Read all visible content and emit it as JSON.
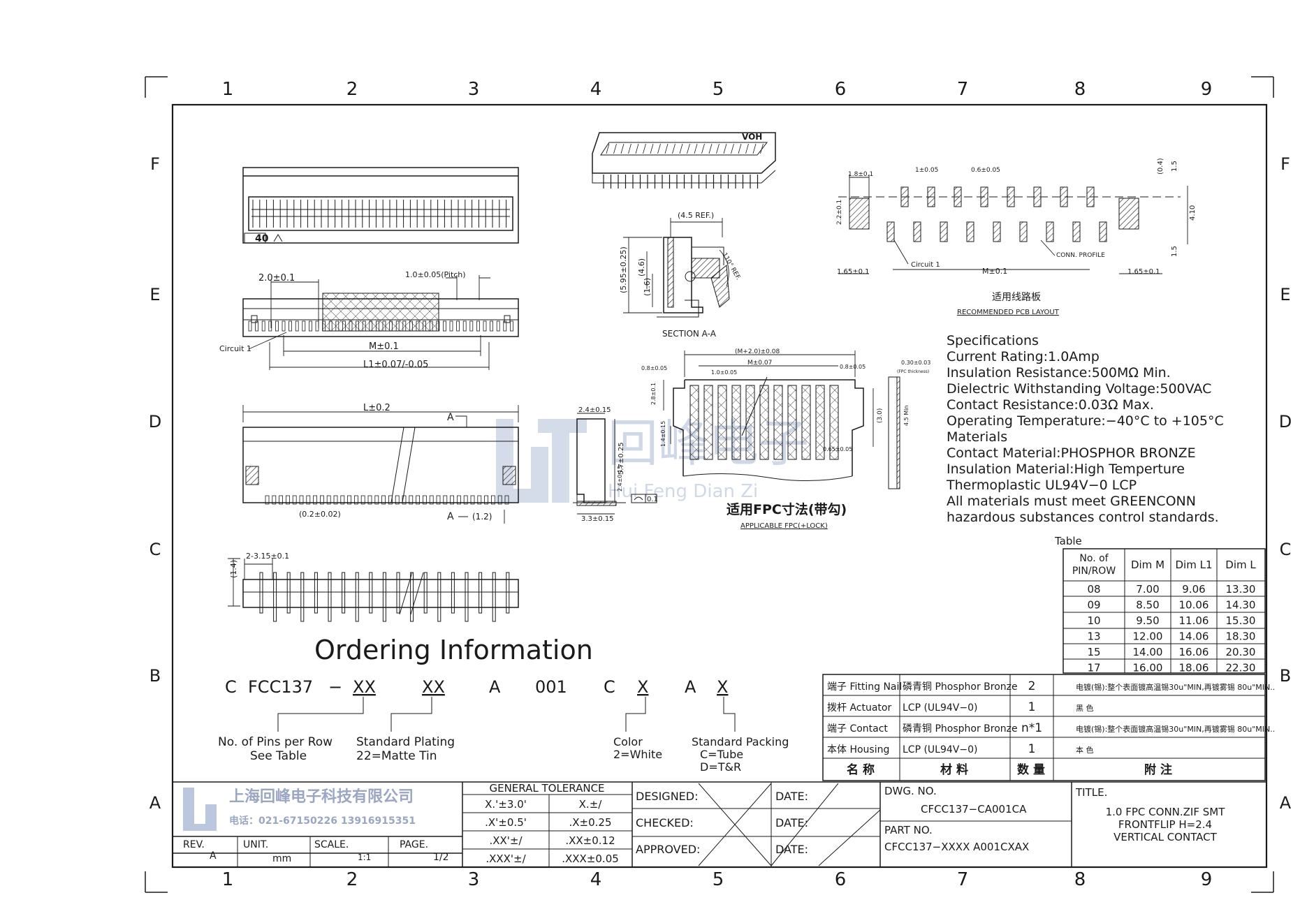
{
  "border": {
    "columns": [
      "1",
      "2",
      "3",
      "4",
      "5",
      "6",
      "7",
      "8",
      "9"
    ],
    "rows": [
      "F",
      "E",
      "D",
      "C",
      "B",
      "A"
    ]
  },
  "views": {
    "top_pin_label": "40",
    "section_label": "SECTION A-A",
    "section_dims": [
      "(4.5 REF.)",
      "(5.95±0.25)",
      "(4.6)",
      "(1.6)",
      "110° REF."
    ],
    "front_dims": [
      "2.0±0.1",
      "1.0±0.05(Pitch)",
      "M±0.1",
      "L1±0.07/-0.05",
      "Circuit 1"
    ],
    "side_dims": [
      "L±0.2",
      "A",
      "(0.2±0.02)",
      "(1.2)",
      "2.4±0.15",
      "5.7±0.25",
      "3.3±0.15",
      "0.1"
    ],
    "bottom_dims": [
      "2-3.15±0.1",
      "(1.4)"
    ],
    "fpc_dims": [
      "(M+2.0)±0.08",
      "M±0.07",
      "0.8±0.05",
      "1.0±0.05",
      "0.8±0.05",
      "2.8±0.1",
      "1.4±0.15",
      "(3.0)",
      "0.65±0.05",
      "0.30±0.03",
      "(FPC thickness)",
      "4.5 Min"
    ],
    "fpc_title": "适用FPC寸法(带勾)",
    "fpc_subtitle": "APPLICABLE FPC(+LOCK)",
    "pcb_dims": [
      "1.8±0.1",
      "1±0.05",
      "0.6±0.05",
      "(0.4)",
      "1.5",
      "2.2±0.1",
      "4.10",
      "1.5",
      "1.65±0.1",
      "M±0.1",
      "1.65±0.1",
      "Circuit 1",
      "CONN. PROFILE"
    ],
    "pcb_title": "适用线路板",
    "pcb_subtitle": "RECOMMENDED PCB LAYOUT"
  },
  "specifications": [
    "Specifications",
    "Current  Rating:1.0Amp",
    "Insulation  Resistance:500MΩ  Min.",
    "Dielectric  Withstanding  Voltage:500VAC",
    "Contact  Resistance:0.03Ω  Max.",
    "Operating  Temperature:−40°C  to  +105°C",
    "Materials",
    "Contact  Material:PHOSPHOR  BRONZE",
    "Insulation  Material:High  Temperture",
    "Thermoplastic  UL94V−0  LCP",
    "All  materials  must  meet  GREENCONN",
    "hazardous  substances  control  standards."
  ],
  "dim_table": {
    "caption": "Table",
    "headers": [
      "No. of PIN/ROW",
      "Dim  M",
      "Dim  L1",
      "Dim  L"
    ],
    "rows": [
      [
        "08",
        "7.00",
        "9.06",
        "13.30"
      ],
      [
        "09",
        "8.50",
        "10.06",
        "14.30"
      ],
      [
        "10",
        "9.50",
        "11.06",
        "15.30"
      ],
      [
        "13",
        "12.00",
        "14.06",
        "18.30"
      ],
      [
        "15",
        "14.00",
        "16.06",
        "20.30"
      ],
      [
        "17",
        "16.00",
        "18.06",
        "22.30"
      ]
    ]
  },
  "ordering": {
    "title": "Ordering  Information",
    "code": [
      "C",
      "FCC137",
      "−",
      "XX",
      "XX",
      "A",
      "001",
      "C",
      "X",
      "A",
      "X"
    ],
    "notes": [
      {
        "l1": "No.  of  Pins  per  Row",
        "l2": "See  Table"
      },
      {
        "l1": "Standard  Plating",
        "l2": "22=Matte  Tin"
      },
      {
        "l1": "Color",
        "l2": "2=White"
      },
      {
        "l1": "Standard  Packing",
        "l2": "C=Tube",
        "l3": "D=T&R"
      }
    ]
  },
  "bom": {
    "rows": [
      [
        "端子 Fitting Nail",
        "磷青铜 Phosphor Bronze",
        "2",
        "电镀(锡):整个表面镀高温锡30u\"MIN,再镀雾锡 80u\"MIN.."
      ],
      [
        "拨杆 Actuator",
        "LCP (UL94V−0)",
        "1",
        "黑 色"
      ],
      [
        "端子 Contact",
        "磷青铜 Phosphor Bronze",
        "n*1",
        "电镀(锡):整个表面镀高温锡30u\"MIN,再镀雾锡 80u\"MIN.."
      ],
      [
        "本体 Housing",
        "LCP (UL94V−0)",
        "1",
        "本 色"
      ]
    ],
    "headers": [
      "名 称",
      "材  料",
      "数 量",
      "附  注"
    ]
  },
  "title_block": {
    "company": "上海回峰电子科技有限公司",
    "phone": "电话：021-67150226  13916915351",
    "watermark_cn": "回峰电子",
    "watermark_en": "Hui Feng Dian Zi",
    "rev_label": "REV.",
    "rev": "A",
    "unit_label": "UNIT.",
    "unit": "mm",
    "scale_label": "SCALE.",
    "scale": "1:1",
    "page_label": "PAGE.",
    "page": "1/2",
    "tolerance_title": "GENERAL  TOLERANCE",
    "tolerances": [
      [
        "X.'±3.0'",
        "X.±/"
      ],
      [
        ".X'±0.5'",
        ".X±0.25"
      ],
      [
        ".XX'±/",
        ".XX±0.12"
      ],
      [
        ".XXX'±/",
        ".XXX±0.05"
      ]
    ],
    "designed": "DESIGNED:",
    "checked": "CHECKED:",
    "approved": "APPROVED:",
    "date": "DATE:",
    "dwg_label": "DWG.  NO.",
    "dwg_no": "CFCC137−CA001CA",
    "part_label": "PART  NO.",
    "part_no": "CFCC137−XXXX  A001CXAX",
    "title_label": "TITLE.",
    "title_lines": [
      "1.0  FPC  CONN.ZIF  SMT",
      "FRONTFLIP  H=2.4",
      "VERTICAL  CONTACT"
    ]
  }
}
